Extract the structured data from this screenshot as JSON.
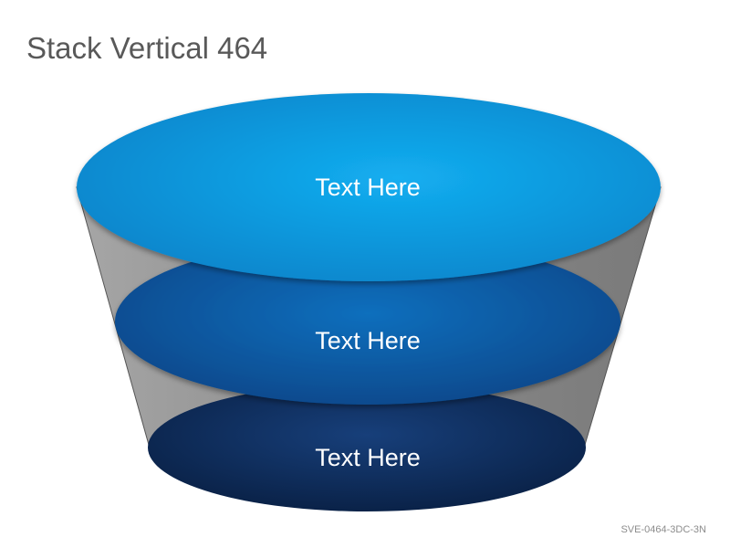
{
  "slide": {
    "title": "Stack Vertical 464",
    "footer_code": "SVE-0464-3DC-3N"
  },
  "diagram": {
    "layers": [
      {
        "label": "Text Here",
        "color": "#0a9fe6"
      },
      {
        "label": "Text Here",
        "color": "#0a5fa8"
      },
      {
        "label": "Text Here",
        "color": "#0d2f5c"
      }
    ],
    "cone_color": "#8c8c8c"
  }
}
